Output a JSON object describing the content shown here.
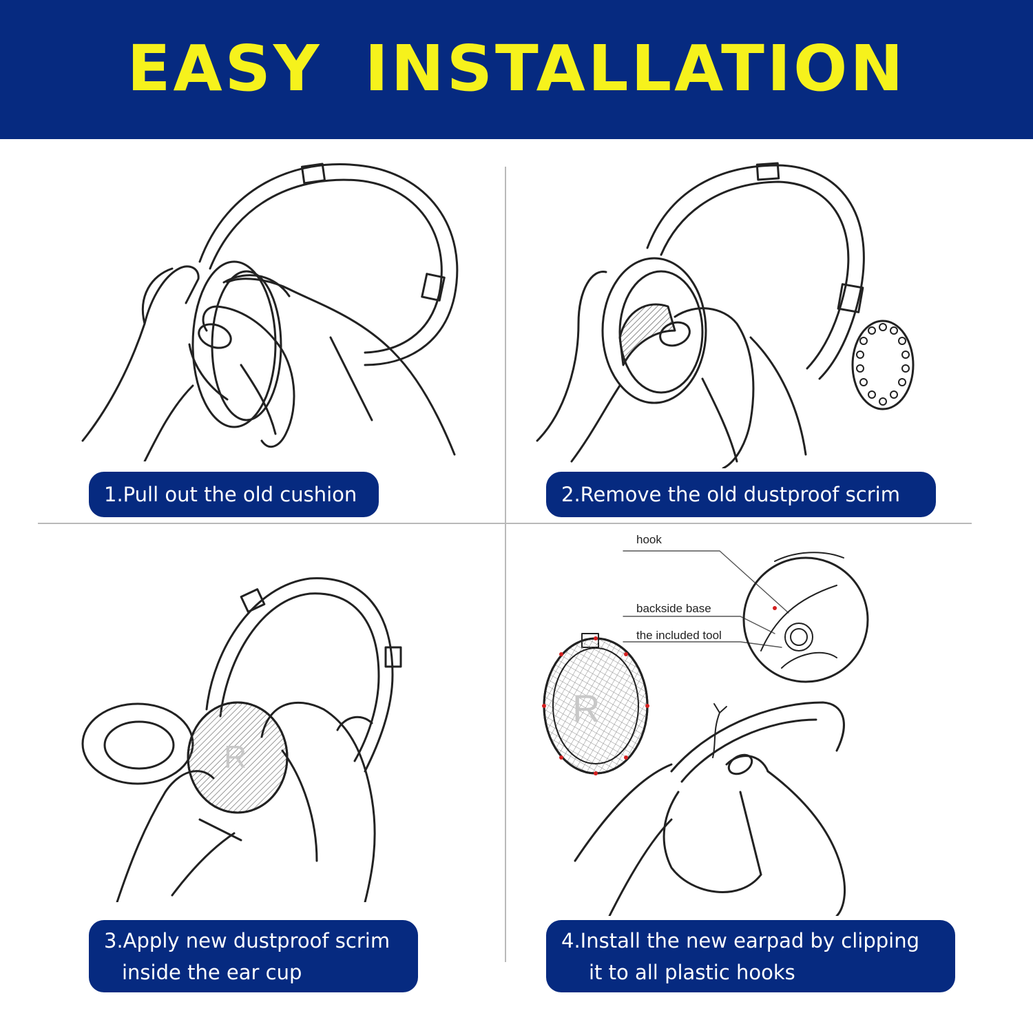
{
  "banner": {
    "title": "EASY INSTALLATION"
  },
  "steps": [
    {
      "label": "1.Pull out the old cushion"
    },
    {
      "label": "2.Remove the old dustproof scrim"
    },
    {
      "label_line1": "3.Apply new dustproof scrim",
      "label_line2": "inside the ear cup"
    },
    {
      "label_line1": "4.Install the new earpad by clipping",
      "label_line2": "it to all plastic hooks"
    }
  ],
  "callouts": {
    "hook": "hook",
    "backside_base": "backside base",
    "included_tool": "the included tool",
    "ear_cup_mark": "R"
  },
  "colors": {
    "banner_bg": "#062a80",
    "banner_text": "#f6f21c",
    "pill_bg": "#062a80",
    "pill_text": "#ffffff",
    "hook_dot": "#d42020"
  }
}
